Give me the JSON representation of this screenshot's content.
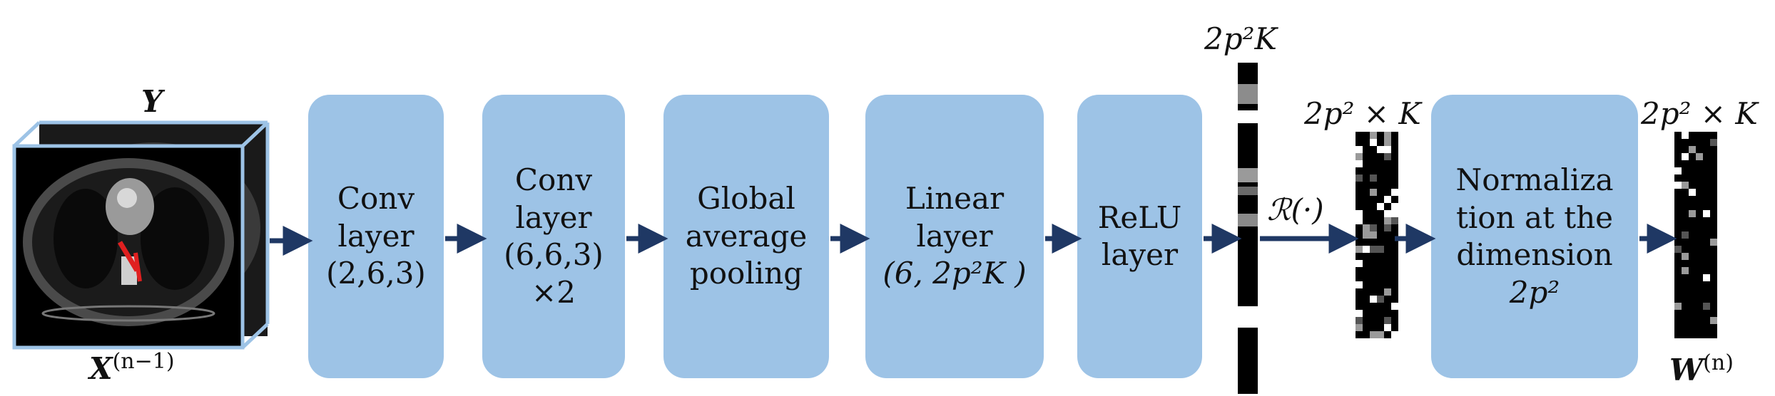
{
  "input": {
    "front_label": "X",
    "front_sup": "(n−1)",
    "back_label": "Y"
  },
  "boxes": [
    {
      "lines": [
        "Conv",
        "layer",
        "(2,6,3)"
      ]
    },
    {
      "lines": [
        "Conv",
        "layer",
        "(6,6,3)",
        "×2"
      ]
    },
    {
      "lines": [
        "Global",
        "average",
        "pooling"
      ]
    },
    {
      "lines": [
        "Linear",
        "layer",
        "(6, 2p²K )"
      ]
    },
    {
      "lines": [
        "ReLU",
        "layer"
      ]
    },
    {
      "lines": [
        "Normaliza",
        "tion at the",
        "dimension",
        "2p²"
      ]
    }
  ],
  "vector_label": "2p²K",
  "matrix1_label": "2p² × K",
  "reshape_label": "ℛ(·)",
  "matrix2_label": "2p² × K",
  "output": {
    "label": "W",
    "sup": "(n)"
  },
  "colors": {
    "box": "#9dc3e6",
    "arrow": "#1f3864",
    "frame": "#9dc3e6"
  }
}
